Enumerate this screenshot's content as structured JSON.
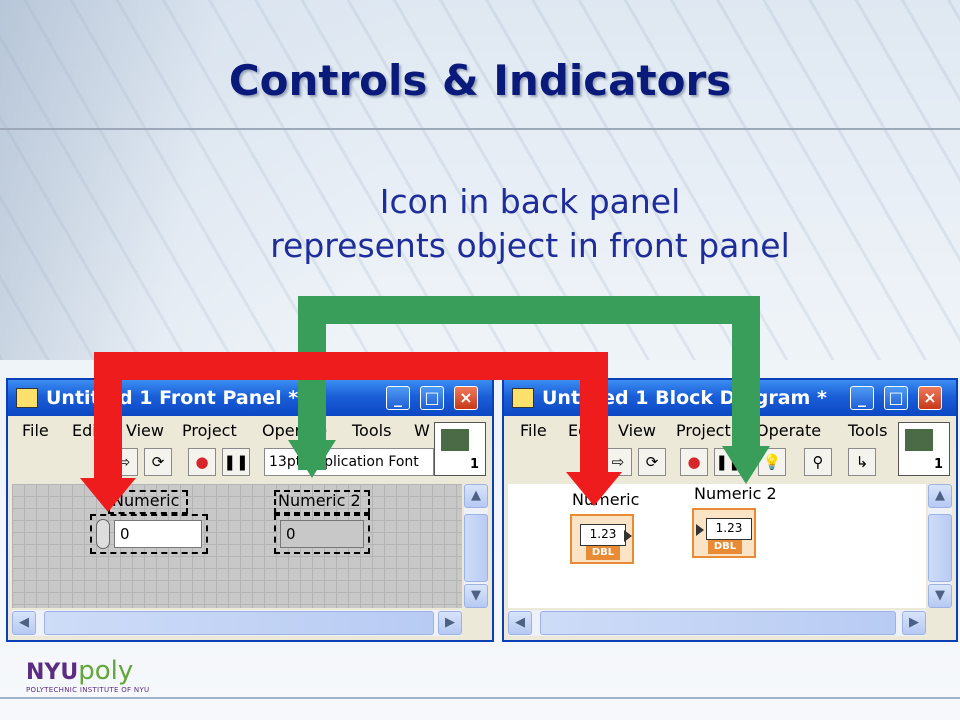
{
  "slide": {
    "title": "Controls & Indicators",
    "subtitle_line1": "Icon in back panel",
    "subtitle_line2": "represents object in front panel"
  },
  "front_panel": {
    "title": "Untitled 1 Front Panel *",
    "menus": [
      "File",
      "Edit",
      "View",
      "Project",
      "Operate",
      "Tools",
      "W"
    ],
    "font_select": "13pt Application Font",
    "control": {
      "label": "Numeric",
      "value": "0"
    },
    "indicator": {
      "label": "Numeric 2",
      "value": "0"
    },
    "vi_icon_number": "1"
  },
  "block_diagram": {
    "title": "Untitled 1 Block Diagram *",
    "menus": [
      "File",
      "Edit",
      "View",
      "Project",
      "Operate",
      "Tools"
    ],
    "control_terminal": {
      "label": "Numeric",
      "value": "1.23",
      "type": "DBL"
    },
    "indicator_terminal": {
      "label": "Numeric 2",
      "value": "1.23",
      "type": "DBL"
    },
    "vi_icon_number": "1"
  },
  "footer": {
    "logo_nyu": "NYU",
    "logo_poly": "poly",
    "logo_sub": "POLYTECHNIC INSTITUTE OF NYU"
  },
  "colors": {
    "title": "#0a1a7a",
    "subtitle": "#1f2d9a",
    "arrow_red": "#ee1c1c",
    "arrow_green": "#3a9e5b",
    "titlebar": "#1a5fd8"
  }
}
